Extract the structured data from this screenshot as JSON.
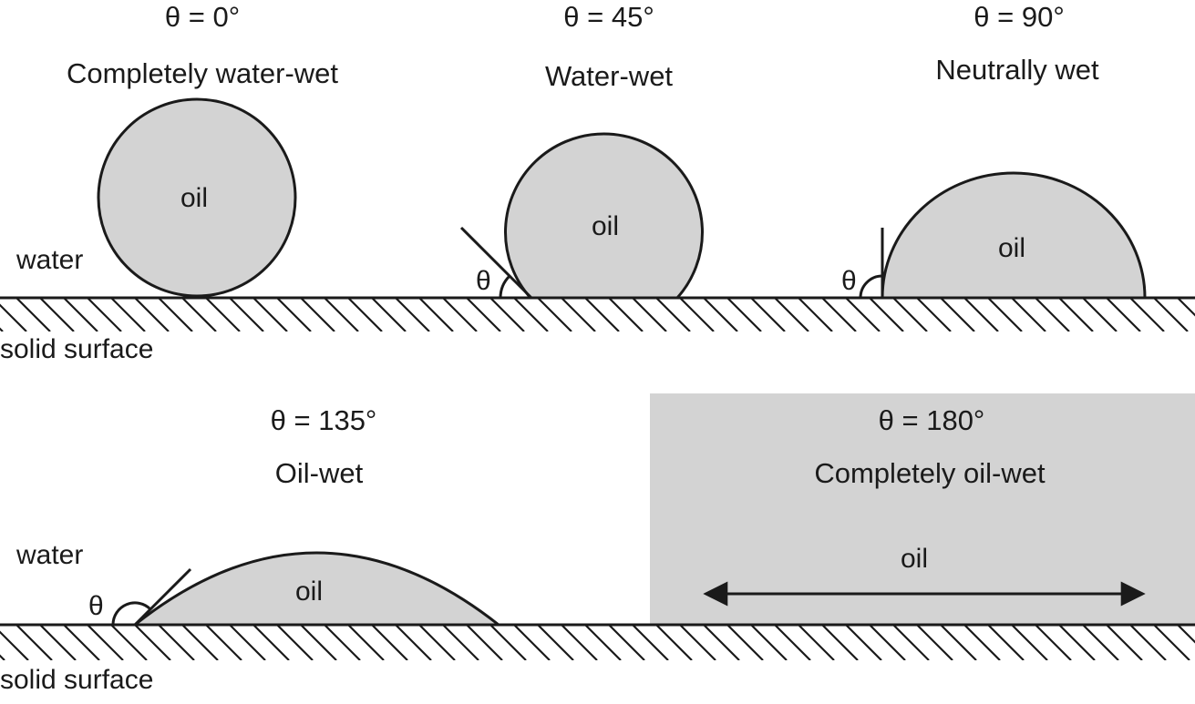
{
  "colors": {
    "oil_fill": "#d3d3d3",
    "line": "#1a1a1a",
    "background": "#ffffff"
  },
  "common": {
    "oil_label": "oil",
    "water_label": "water",
    "surface_label": "solid surface",
    "angle_symbol": "θ"
  },
  "cases": [
    {
      "angle": "θ = 0°",
      "title": "Completely water-wet"
    },
    {
      "angle": "θ = 45°",
      "title": "Water-wet"
    },
    {
      "angle": "θ = 90°",
      "title": "Neutrally wet"
    },
    {
      "angle": "θ = 135°",
      "title": "Oil-wet"
    },
    {
      "angle": "θ = 180°",
      "title": "Completely oil-wet"
    }
  ]
}
